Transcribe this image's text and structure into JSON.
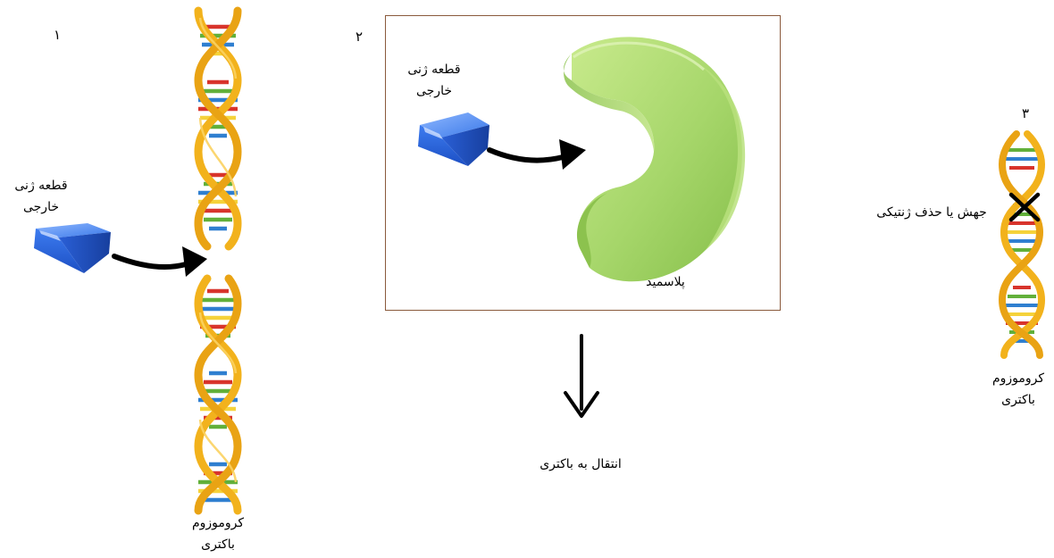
{
  "panel1": {
    "number": "۱",
    "gene_label_line1": "قطعه ژنی",
    "gene_label_line2": "خارجی",
    "chromosome_label_line1": "کروموزوم",
    "chromosome_label_line2": "باکتری"
  },
  "panel2": {
    "number": "۲",
    "gene_label_line1": "قطعه ژنی",
    "gene_label_line2": "خارجی",
    "plasmid_label": "پلاسمید",
    "transfer_label": "انتقال به باکتری"
  },
  "panel3": {
    "number": "۳",
    "mutation_label": "جهش یا حذف ژنتیکی",
    "chromosome_label_line1": "کروموزوم",
    "chromosome_label_line2": "باکتری"
  },
  "colors": {
    "dna_strand": "#f2b21c",
    "dna_strand_dark": "#d98a0a",
    "rung_red": "#d8342c",
    "rung_green": "#62b03a",
    "rung_blue": "#2f7fd0",
    "rung_yellow": "#f5d23a",
    "gene_block": "#2f6fe0",
    "plasmid": "#a6d66a",
    "frame": "#8a5a3c"
  }
}
